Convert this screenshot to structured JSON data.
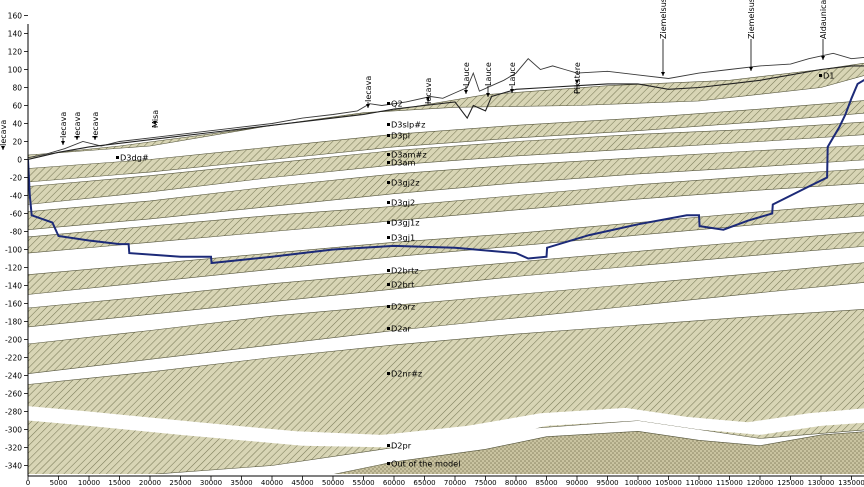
{
  "y_axis": {
    "min": -350,
    "max": 160,
    "ticks": [
      "160",
      "140",
      "120",
      "100",
      "80",
      "60",
      "40",
      "20",
      "0",
      "-20",
      "-40",
      "-60",
      "-80",
      "-100",
      "-120",
      "-140",
      "-160",
      "-180",
      "-200",
      "-220",
      "-240",
      "-260",
      "-280",
      "-300",
      "-320",
      "-340"
    ]
  },
  "x_axis": {
    "min": 0,
    "max": 138000,
    "ticks": [
      "0",
      "5000",
      "10000",
      "15000",
      "20000",
      "25000",
      "30000",
      "35000",
      "40000",
      "45000",
      "50000",
      "55000",
      "60000",
      "65000",
      "70000",
      "75000",
      "80000",
      "85000",
      "90000",
      "95000",
      "100000",
      "105000",
      "110000",
      "115000",
      "120000",
      "125000",
      "130000",
      "135000"
    ]
  },
  "layer_labels": [
    {
      "text": "Q2"
    },
    {
      "text": "D3slp#z"
    },
    {
      "text": "D3pl"
    },
    {
      "text": "D3am#z"
    },
    {
      "text": "D3am"
    },
    {
      "text": "D3dg#"
    },
    {
      "text": "D3gj2z"
    },
    {
      "text": "D3gj2"
    },
    {
      "text": "D3gj1z"
    },
    {
      "text": "D3gj1"
    },
    {
      "text": "D2brtz"
    },
    {
      "text": "D2brt"
    },
    {
      "text": "D2arz"
    },
    {
      "text": "D2ar"
    },
    {
      "text": "D2nr#z"
    },
    {
      "text": "D2pr"
    },
    {
      "text": "Out of the model"
    },
    {
      "text": "D1"
    }
  ],
  "river_labels": [
    {
      "text": "Iecava"
    },
    {
      "text": "Iecava"
    },
    {
      "text": "Iecava"
    },
    {
      "text": "Iecava"
    },
    {
      "text": "Misa"
    },
    {
      "text": "Iecava"
    },
    {
      "text": "Iecava"
    },
    {
      "text": "Lauce"
    },
    {
      "text": "Lauce"
    },
    {
      "text": "Lauce"
    },
    {
      "text": "Pikstere"
    },
    {
      "text": "Ziemelsuseja"
    },
    {
      "text": "Ziemelsuseja"
    },
    {
      "text": "Aldaunica"
    }
  ],
  "colors": {
    "layer_fill": "#d8d5b5",
    "hatch": "#7a7a58",
    "boundary": "#1c2a78",
    "axis": "#000000"
  }
}
